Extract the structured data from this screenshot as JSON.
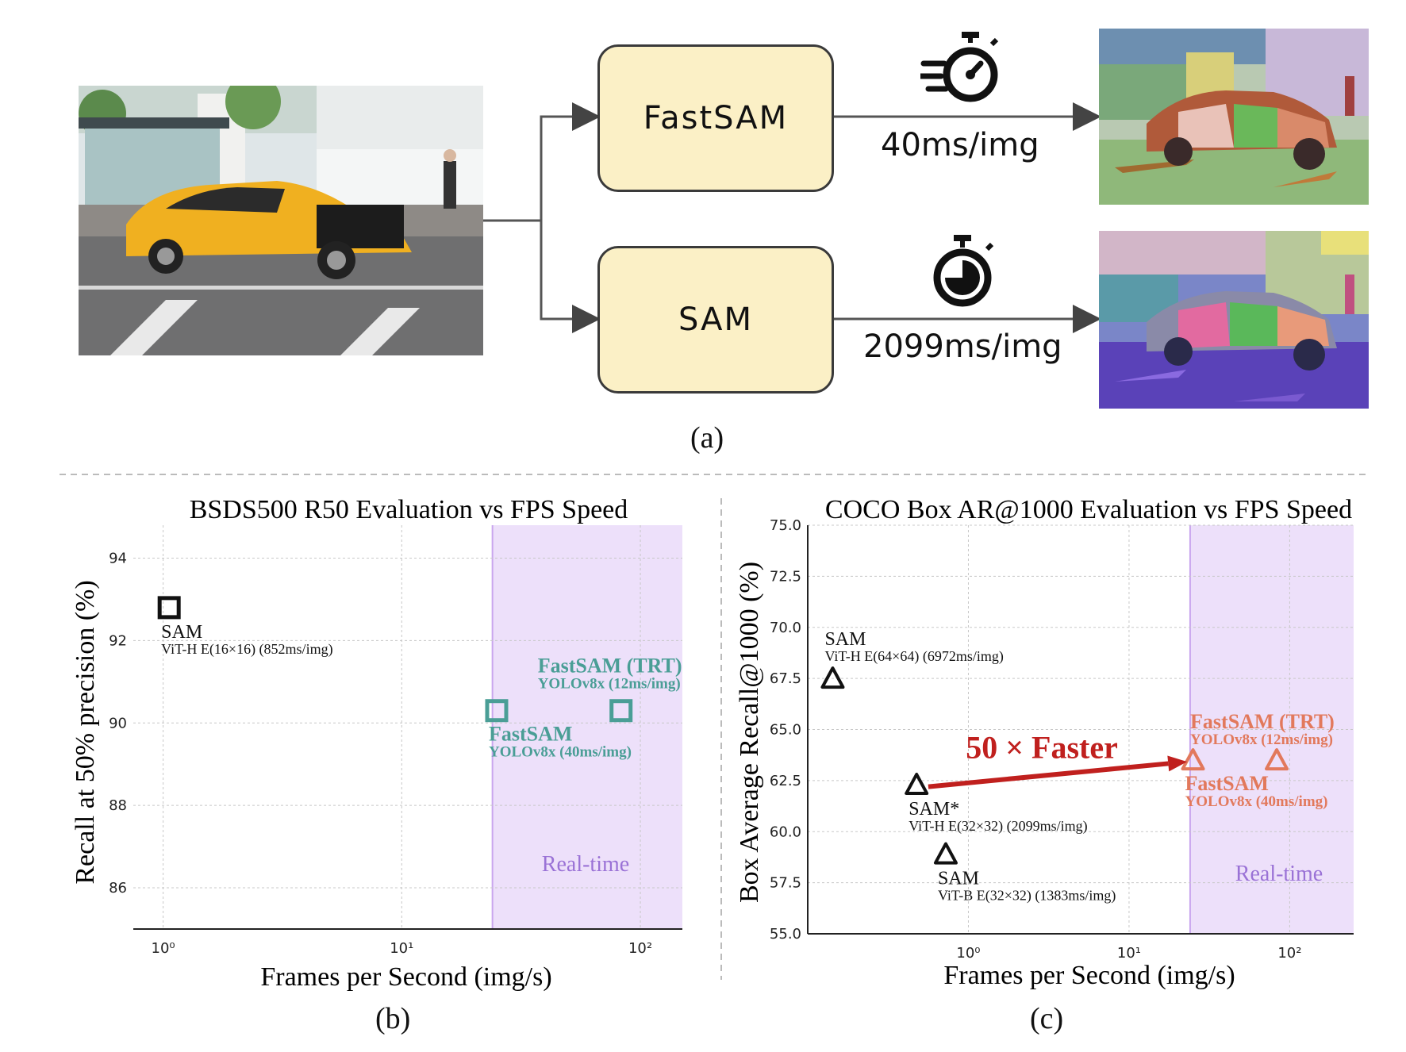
{
  "panel_a": {
    "fastsam_label": "FastSAM",
    "sam_label": "SAM",
    "fastsam_time": "40ms/img",
    "sam_time": "2099ms/img",
    "caption": "(a)",
    "icons": [
      "fast-stopwatch-icon",
      "stopwatch-icon"
    ]
  },
  "panel_b": {
    "caption": "(b)"
  },
  "panel_c": {
    "caption": "(c)"
  },
  "chart_data": [
    {
      "type": "scatter",
      "title": "BSDS500 R50 Evaluation vs FPS Speed",
      "xlabel": "Frames per Second (img/s)",
      "ylabel": "Recall at 50% precision (%)",
      "x_scale": "log",
      "xlim": [
        0.75,
        150
      ],
      "ylim": [
        85,
        94.8
      ],
      "xticks": [
        1,
        10,
        100
      ],
      "xtick_labels": [
        "10⁰",
        "10¹",
        "10²"
      ],
      "yticks": [
        86,
        88,
        90,
        92,
        94
      ],
      "ytick_labels": [
        "86",
        "88",
        "90",
        "92",
        "94"
      ],
      "grid": true,
      "shaded_region": {
        "x_from": 24,
        "x_to": 150,
        "label": "Real-time",
        "color": "#ede0fa"
      },
      "points": [
        {
          "x": 1.06,
          "y": 92.8,
          "marker": "square",
          "color": "#111111",
          "name": "SAM",
          "detail": "ViT-H E(16×16) (852ms/img)"
        },
        {
          "x": 25,
          "y": 90.3,
          "marker": "square",
          "color": "#4a9e96",
          "name": "FastSAM",
          "detail": "YOLOv8x (40ms/img)"
        },
        {
          "x": 83,
          "y": 90.3,
          "marker": "square",
          "color": "#4a9e96",
          "name": "FastSAM (TRT)",
          "detail": "YOLOv8x (12ms/img)"
        }
      ]
    },
    {
      "type": "scatter",
      "title": "COCO Box AR@1000 Evaluation vs FPS Speed",
      "xlabel": "Frames per Second (img/s)",
      "ylabel": "Box Average Recall@1000 (%)",
      "x_scale": "log",
      "xlim": [
        0.1,
        250
      ],
      "ylim": [
        55,
        75
      ],
      "xticks": [
        1,
        10,
        100
      ],
      "xtick_labels": [
        "10⁰",
        "10¹",
        "10²"
      ],
      "yticks": [
        55,
        57.5,
        60,
        62.5,
        65,
        67.5,
        70,
        72.5,
        75
      ],
      "ytick_labels": [
        "55.0",
        "57.5",
        "60.0",
        "62.5",
        "65.0",
        "67.5",
        "70.0",
        "72.5",
        "75.0"
      ],
      "grid": true,
      "shaded_region": {
        "x_from": 24,
        "x_to": 250,
        "label": "Real-time",
        "color": "#ede0fa"
      },
      "annotation": {
        "text": "50 × Faster",
        "from": [
          0.48,
          62.2
        ],
        "to": [
          23,
          63.5
        ],
        "color": "#c0201e"
      },
      "points": [
        {
          "x": 0.143,
          "y": 67.5,
          "marker": "triangle",
          "color": "#111111",
          "name": "SAM",
          "detail": "ViT-H E(64×64) (6972ms/img)"
        },
        {
          "x": 0.476,
          "y": 62.3,
          "marker": "triangle",
          "color": "#111111",
          "name": "SAM*",
          "detail": "ViT-H E(32×32) (2099ms/img)"
        },
        {
          "x": 0.723,
          "y": 58.9,
          "marker": "triangle",
          "color": "#111111",
          "name": "SAM",
          "detail": "ViT-B E(32×32) (1383ms/img)"
        },
        {
          "x": 25,
          "y": 63.5,
          "marker": "triangle",
          "color": "#e2795c",
          "name": "FastSAM",
          "detail": "YOLOv8x (40ms/img)"
        },
        {
          "x": 83,
          "y": 63.5,
          "marker": "triangle",
          "color": "#e2795c",
          "name": "FastSAM (TRT)",
          "detail": "YOLOv8x (12ms/img)"
        }
      ]
    }
  ]
}
